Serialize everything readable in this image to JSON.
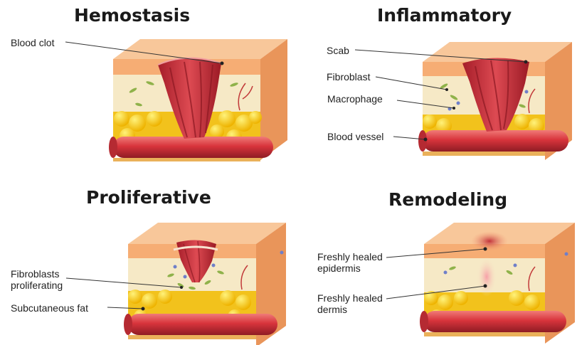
{
  "panels": {
    "hemostasis": {
      "title": "Hemostasis",
      "labels": {
        "blood_clot": "Blood clot"
      }
    },
    "inflammatory": {
      "title": "Inflammatory",
      "labels": {
        "scab": "Scab",
        "fibroblast": "Fibroblast",
        "macrophage": "Macrophage",
        "blood_vessel": "Blood vessel"
      }
    },
    "proliferative": {
      "title": "Proliferative",
      "labels": {
        "fibroblasts_line1": "Fibroblasts",
        "fibroblasts_line2": "proliferating",
        "subcutaneous_fat": "Subcutaneous fat"
      }
    },
    "remodeling": {
      "title": "Remodeling",
      "labels": {
        "epidermis_line1": "Freshly healed",
        "epidermis_line2": "epidermis",
        "dermis_line1": "Freshly healed",
        "dermis_line2": "dermis"
      }
    }
  },
  "colors": {
    "epidermis": "#f6b07a",
    "dermis": "#f6e9c6",
    "fat": "#f6c21a",
    "vessel": "#d0323a",
    "clot": "#c72a35",
    "side": "#ee8f4e",
    "leader": "#333333"
  }
}
